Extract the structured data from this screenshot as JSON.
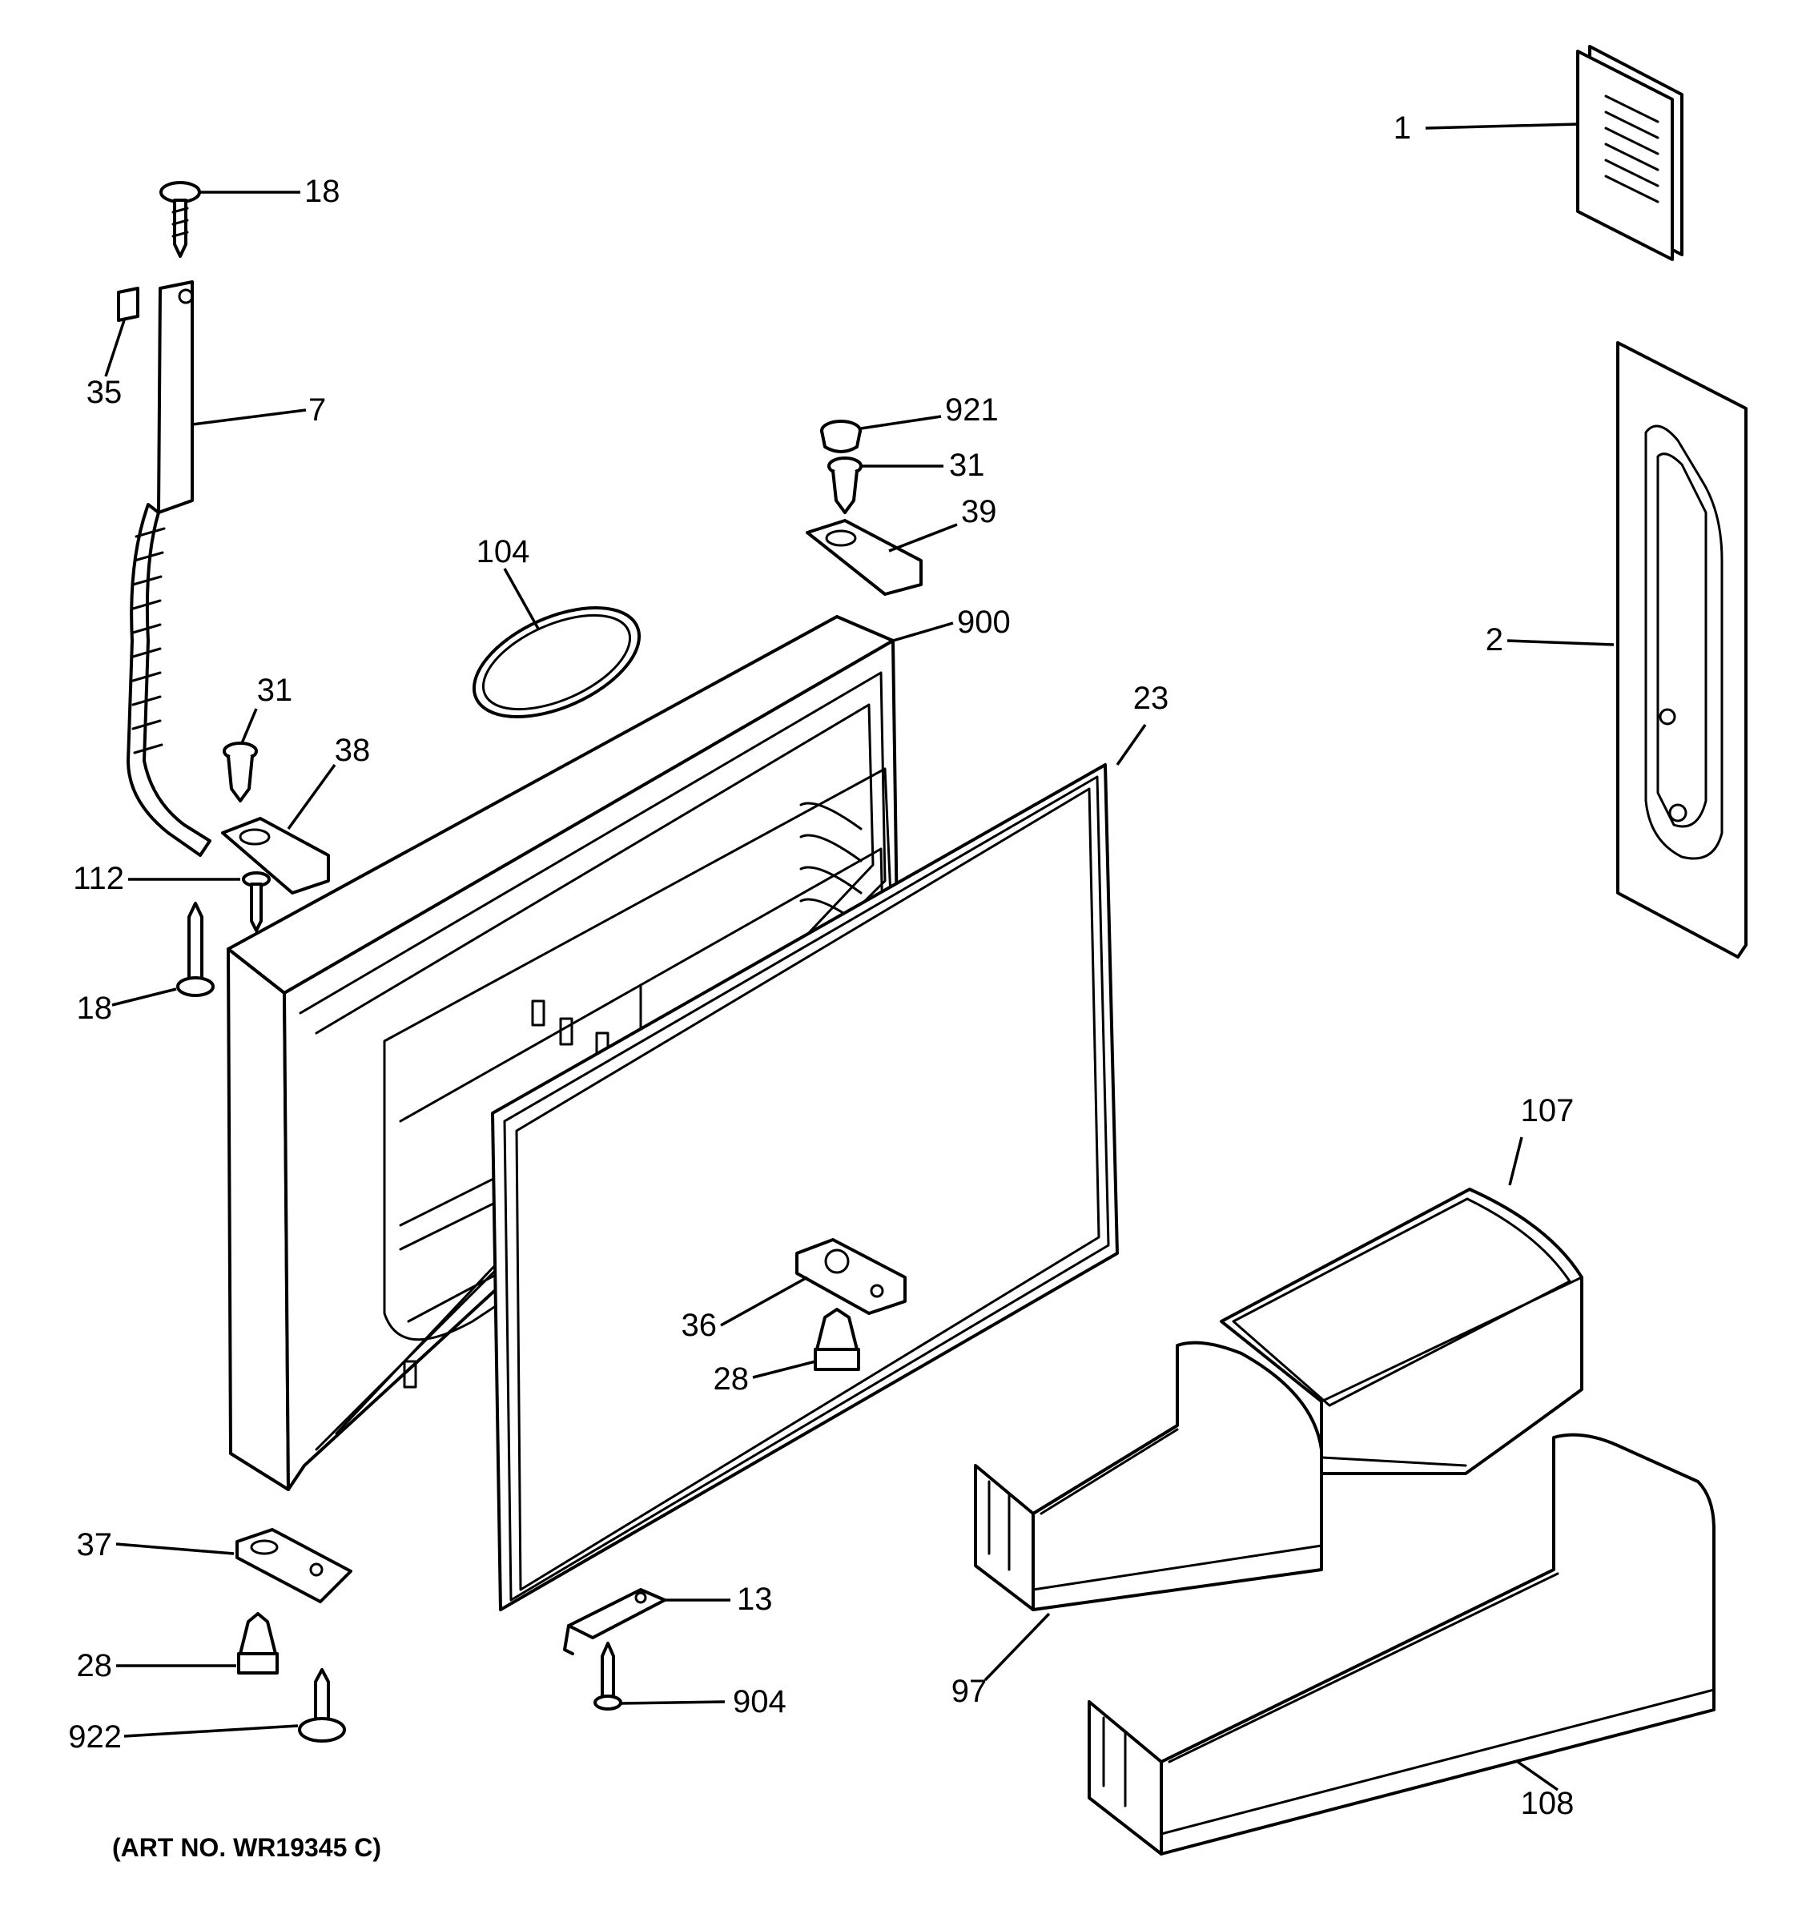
{
  "colors": {
    "line": "#000000",
    "background": "#ffffff"
  },
  "callouts": [
    "1",
    "2",
    "7",
    "13",
    "18",
    "18",
    "23",
    "28",
    "28",
    "31",
    "31",
    "35",
    "36",
    "37",
    "38",
    "39",
    "97",
    "104",
    "107",
    "108",
    "112",
    "900",
    "904",
    "921",
    "922"
  ],
  "art_number": "(ART NO. WR19345 C)"
}
